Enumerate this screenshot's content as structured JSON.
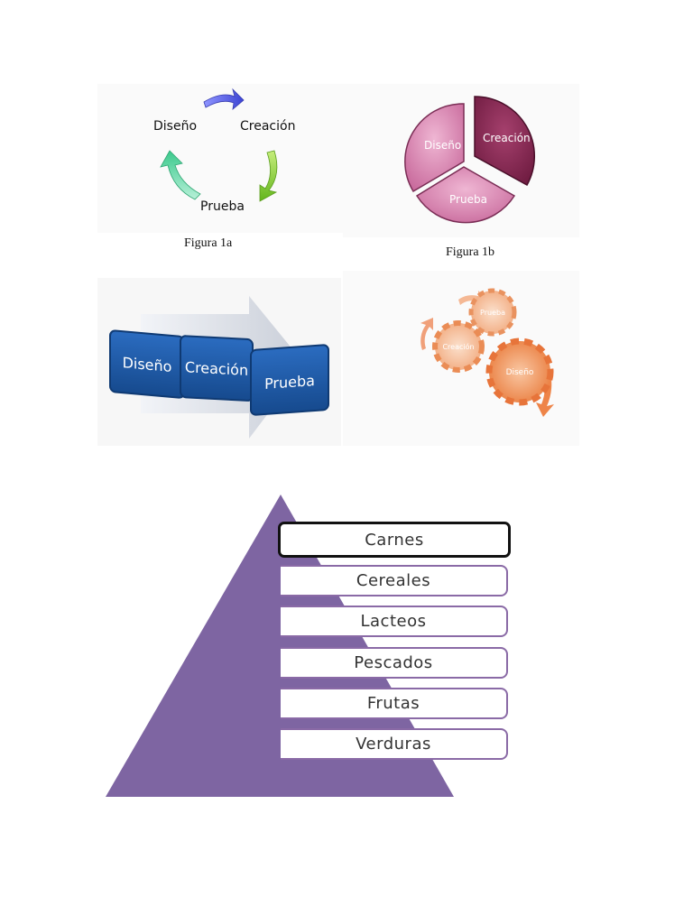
{
  "figure_1a": {
    "caption": "Figura 1a",
    "steps": [
      "Diseño",
      "Creación",
      "Prueba"
    ]
  },
  "figure_1b": {
    "caption": "Figura 1b",
    "segments": [
      "Diseño",
      "Creación",
      "Prueba"
    ]
  },
  "figure_1c": {
    "blocks": [
      "Diseño",
      "Creación",
      "Prueba"
    ]
  },
  "figure_1d": {
    "gears": [
      "Prueba",
      "Creación",
      "Diseño"
    ]
  },
  "pyramid": {
    "tiers": [
      "Carnes",
      "Cereales",
      "Lacteos",
      "Pescados",
      "Frutas",
      "Verduras"
    ],
    "color": "#7e65a2"
  },
  "colors": {
    "cycle_arrow_1": "#5a5fe0",
    "cycle_arrow_2": "#8fd13a",
    "cycle_arrow_3": "#56d8a2",
    "pie_dark": "#8b2a55",
    "pie_light": "#d98cb5",
    "process_block": "#1f5ba6",
    "gear": "#f09055"
  }
}
